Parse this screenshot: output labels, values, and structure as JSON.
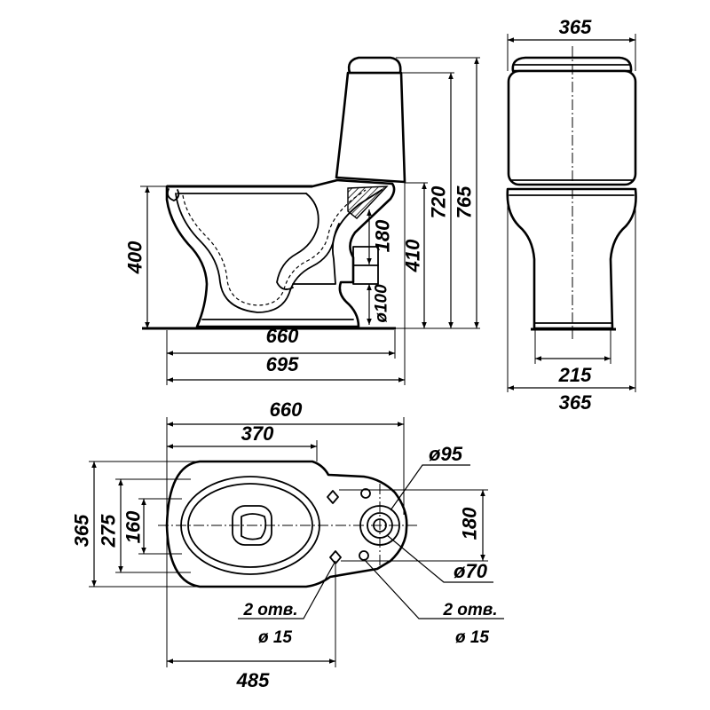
{
  "side_view": {
    "height_rim": "400",
    "outlet_height": "180",
    "height_tank_bottom": "410",
    "outlet_diameter": "ø100",
    "height_tank": "720",
    "height_total": "765",
    "length_bowl": "660",
    "length_total": "695"
  },
  "front_view": {
    "width_top": "365",
    "width_base": "215",
    "width_bottom": "365"
  },
  "plan_view": {
    "length_total": "660",
    "length_bowl": "370",
    "inlet_diameter": "ø95",
    "width_total": "365",
    "width_inner": "275",
    "width_hole": "160",
    "mount_spacing": "180",
    "inlet_inner_diameter": "ø70",
    "holes_left": {
      "count": "2 отв.",
      "diameter": "ø 15"
    },
    "holes_right": {
      "count": "2 отв.",
      "diameter": "ø 15"
    },
    "length_to_holes": "485"
  }
}
